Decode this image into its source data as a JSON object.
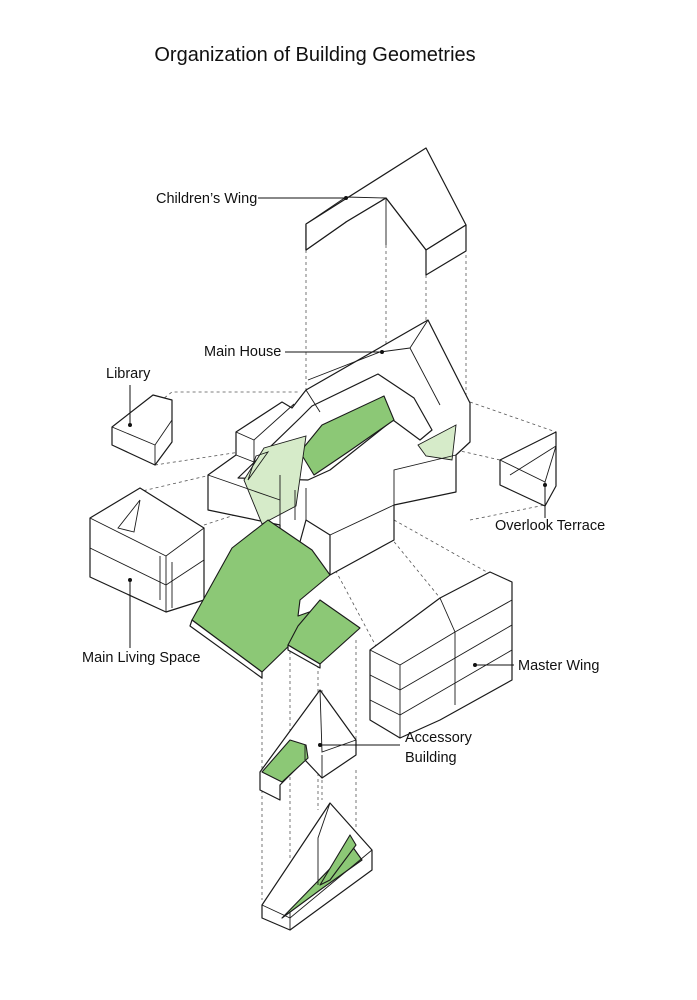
{
  "title": "Organization of Building Geometries",
  "labels": {
    "childrens_wing": "Children’s Wing",
    "main_house": "Main House",
    "library": "Library",
    "overlook_terrace": "Overlook Terrace",
    "main_living_space": "Main Living Space",
    "master_wing": "Master Wing",
    "accessory_building_line1": "Accessory",
    "accessory_building_line2": "Building"
  },
  "colors": {
    "green": "#8cc876",
    "light_green": "#d6ebc9",
    "line": "#1a1a1a"
  }
}
